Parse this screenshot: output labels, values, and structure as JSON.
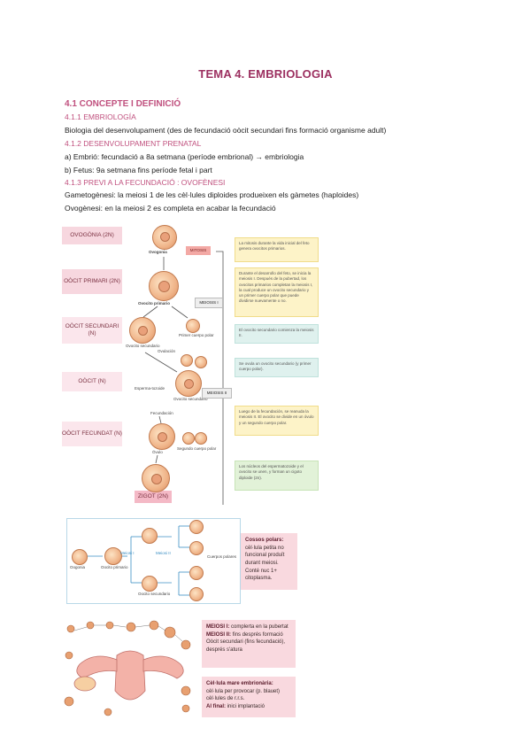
{
  "title": "TEMA 4. EMBRIOLOGIA",
  "section_1": "4.1 CONCEPTE I DEFINICIÓ",
  "sub_1_1": "4.1.1 EMBRIOLOGÍA",
  "line_1_1": "Biologia del desenvolupament (des de fecundació oòcit secundari fins formació organisme adult)",
  "sub_1_2": "4.1.2 DESENVOLUPAMENT PRENATAL",
  "line_a": "a) Embrió: fecundació a 8a setmana (període embrional) → embriologia",
  "line_b": "b) Fetus: 9a setmana fins període fetal i part",
  "sub_1_3": "4.1.3 PREVI A LA FECUNDACIÓ : OVOFÈNESI",
  "line_gam": "Gametogènesi: la meiosi 1 de les cèl·lules diploides produeixen els gàmetes (haploides)",
  "line_ovo": "Ovogènesi: en la meiosi 2 es completa en acabar la fecundació",
  "fig1": {
    "labels": [
      "OVOGÒNIA (2N)",
      "OÒCIT PRIMARI (2N)",
      "OÒCIT SECUNDARI (N)",
      "OÒCIT (N)",
      "OÒCIT FECUNDAT (N)",
      "ZIGOT (2N)"
    ],
    "cells": {
      "ovogonia": "Ovogonia",
      "primario": "Ovocito primario",
      "secundario": "Ovocito secundario",
      "cuerpo1": "Primer cuerpo polar",
      "ovulacion": "Ovulación",
      "esperma": "Esperma-tozoide",
      "secundario2": "Ovocito secundario",
      "fecundacion": "Fecundación",
      "ovulo": "Óvulo",
      "cuerpo2": "Segundo cuerpo polar"
    },
    "tags": [
      "MITOSIS",
      "MEIOSIS I",
      "MEIOSIS II"
    ],
    "notes": [
      "La mitosis durante la vida inicial del feto genera ovocitos primarios.",
      "Durante el desarrollo del feto, se inicia la meiosis I. Después de la pubertad, los ovocitos primarios completan la meiosis I, la cual produce un ovocito secundario y un primer cuerpo polar que puede dividirse nuevamente o no.",
      "El ovocito secundario comienza la meiosis II.",
      "Se ovula un ovocito secundario (y primer cuerpo polar).",
      "Luego de la fecundación, se reanuda la meiosis II. El ovocito se divide en un óvulo y un segundo cuerpo polar.",
      "Los núcleos del espermatozoide y el ovocito se unen, y forman un cigoto diploide (2n)."
    ]
  },
  "fig2": {
    "labels": [
      "Oogonia",
      "Oocito primario",
      "Meiosi I",
      "Meiosi II",
      "Oocito secundario",
      "Cuerpos polares"
    ],
    "note_title": "Cossos polars:",
    "note_text": "cèl·lula petita no funcional produït durant meiosi. Conté nuc 1+ citoplasma."
  },
  "fig3": {
    "box1_title": "MEIOSI I:",
    "box1_text": "complerta en la pubertat",
    "box1_title2": "MEIOSI II:",
    "box1_text2": "fins després formació Oòcit secundari (fins fecundació), després s'atura",
    "box2_title": "Cèl·lula mare embrionària:",
    "box2_text": "cèl·lula per provocar (p. blauet) cèl·lules de r.r.s.",
    "box2_title2": "Al final:",
    "box2_text2": "inici implantació"
  }
}
